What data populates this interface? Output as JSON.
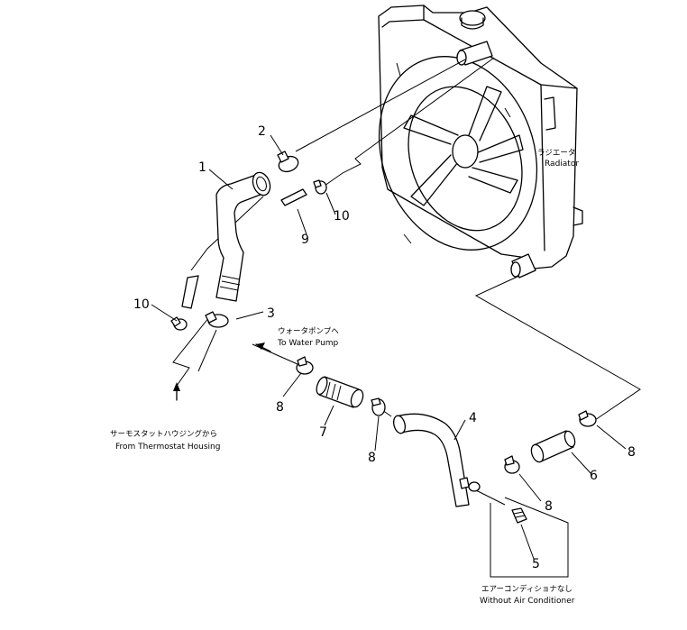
{
  "labels": {
    "radiator_jp": "ラジエータ",
    "radiator_en": "Radiator",
    "water_pump_jp": "ウォータポンプへ",
    "water_pump_en": "To Water Pump",
    "thermostat_jp": "サーモスタットハウジングから",
    "thermostat_en": "From Thermostat Housing",
    "no_ac_jp": "エアーコンディショナなし",
    "no_ac_en": "Without Air Conditioner"
  },
  "part_numbers": {
    "p1": "1",
    "p2": "2",
    "p3": "3",
    "p4": "4",
    "p5": "5",
    "p6": "6",
    "p7": "7",
    "p8a": "8",
    "p8b": "8",
    "p8c": "8",
    "p8d": "8",
    "p9": "9",
    "p10a": "10",
    "p10b": "10"
  }
}
